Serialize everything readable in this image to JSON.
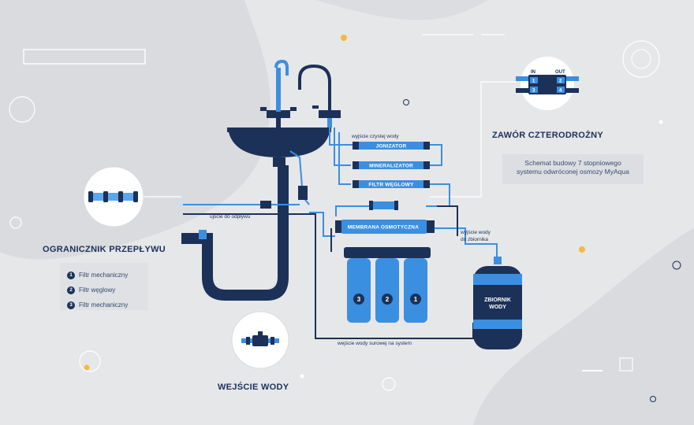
{
  "titles": {
    "valve": "ZAWÓR CZTERODROŻNY",
    "flow_limiter": "OGRANICZNIK PRZEPŁYWU",
    "water_inlet": "WEJŚCIE WODY"
  },
  "description": {
    "line1": "Schemat budowy 7 stopniowego",
    "line2": "systemu odwróconej osmozy MyAqua"
  },
  "filters_legend": [
    {
      "num": "1",
      "label": "Filtr mechaniczny"
    },
    {
      "num": "2",
      "label": "Filtr węglowy"
    },
    {
      "num": "3",
      "label": "Filtr mechaniczny"
    }
  ],
  "cartridges": {
    "ionizer": "JONIZATOR",
    "mineralizer": "MINERALIZATOR",
    "carbon": "FILTR WĘGLOWY",
    "membrane": "MEMBRANA OSMOTYCZNA"
  },
  "annotations": {
    "clean_water_out": "wyjście czystej wody",
    "drain_out": "ujście do odpływu",
    "tank_out_1": "wyjście wody",
    "tank_out_2": "do zbiornika",
    "raw_water_in": "wejście wody surowej na system"
  },
  "tank": {
    "line1": "ZBIORNIK",
    "line2": "WODY"
  },
  "valve_ports": {
    "in": "IN",
    "out": "OUT",
    "p1": "1",
    "p2": "2",
    "p3": "3",
    "p4": "4"
  },
  "prefilter_numbers": [
    "3",
    "2",
    "1"
  ],
  "colors": {
    "navy": "#1c3158",
    "blue": "#3b8fe0",
    "light_blue": "#5aa7ef",
    "background": "#e6e7e9"
  }
}
